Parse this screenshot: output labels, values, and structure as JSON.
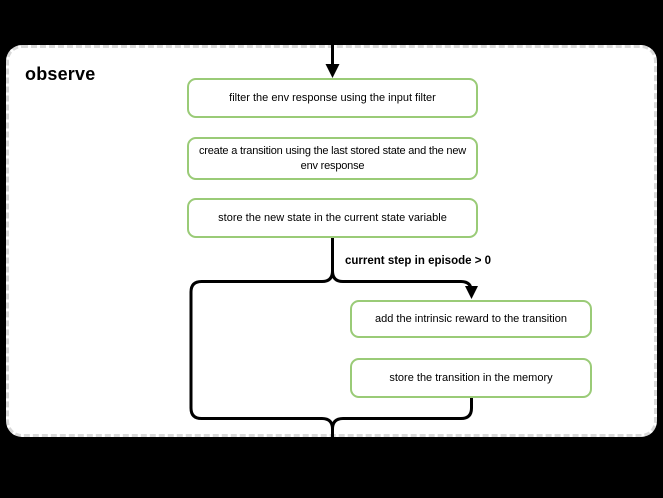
{
  "diagram": {
    "title": "observe",
    "condition_label": "current step in episode > 0",
    "nodes": [
      {
        "id": "filter-env-response",
        "label": "filter the env response using the input filter"
      },
      {
        "id": "create-transition",
        "label": "create a transition using the last stored state and the new env response"
      },
      {
        "id": "store-new-state",
        "label": "store the new state in the current state variable"
      },
      {
        "id": "add-intrinsic-reward",
        "label": "add the intrinsic reward to the transition"
      },
      {
        "id": "store-transition",
        "label": "store the transition in the memory"
      }
    ],
    "colors": {
      "node_border": "#9acb77",
      "node_fill": "#ffffff",
      "connector": "#000000",
      "container_fill": "#ffffff",
      "container_border": "#d9d9d9",
      "background": "#000000",
      "text": "#000000"
    }
  }
}
